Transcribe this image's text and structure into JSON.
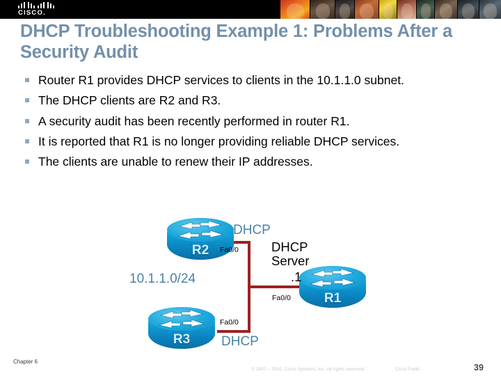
{
  "banner": {
    "logo_word": "CISCO.",
    "logo_name": "cisco-logo"
  },
  "slide": {
    "title": "DHCP Troubleshooting Example 1: Problems After a Security Audit",
    "bullets": [
      "Router R1 provides DHCP services to clients in the 10.1.1.0 subnet.",
      "The DHCP clients are R2 and R3.",
      "A security audit has been recently performed in router R1.",
      "It is reported that R1 is no longer providing reliable DHCP services.",
      "The clients are unable to renew their IP addresses."
    ]
  },
  "diagram": {
    "routers": [
      {
        "id": "r2",
        "label": "R2"
      },
      {
        "id": "r3",
        "label": "R3"
      },
      {
        "id": "r1",
        "label": "R1"
      }
    ],
    "labels": {
      "r2_dhcp": "DHCP",
      "r3_dhcp": "DHCP",
      "dhcp_server_line1": "DHCP",
      "dhcp_server_line2": "Server",
      "dhcp_server_ip": ".1",
      "network": "10.1.1.0/24",
      "r2_interface": "Fa0/0",
      "r3_interface": "Fa0/0",
      "r1_interface": "Fa0/0"
    },
    "colors": {
      "link": "#9e2122",
      "router_blue": "#14a2da",
      "accent_text": "#4b83a6",
      "title": "#7390ab"
    }
  },
  "footer": {
    "chapter": "Chapter 6",
    "copyright": "© 2007 – 2010, Cisco Systems, Inc. All rights reserved.",
    "classification": "Cisco Public",
    "page_number": "39"
  }
}
